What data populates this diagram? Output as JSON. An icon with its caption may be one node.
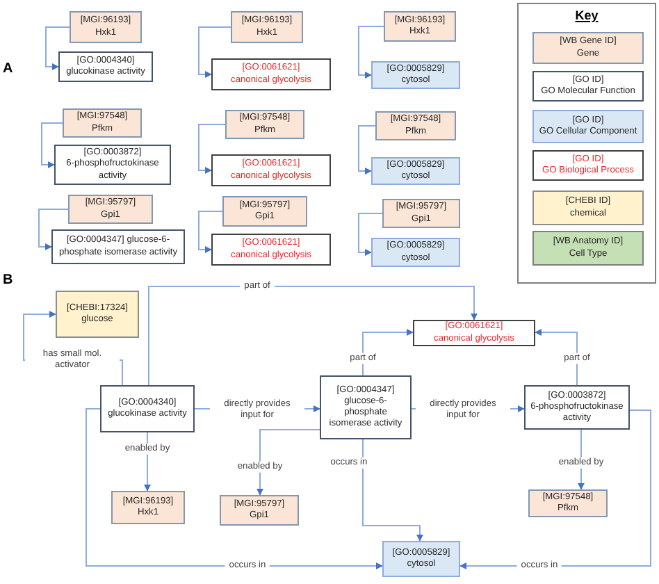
{
  "diagram": {
    "nodes": [
      {
        "text": [
          "[MGI:96193]",
          "Hxk1"
        ]
      },
      {
        "text": [
          "[GO:0004340]",
          "glucokinase activity"
        ]
      },
      {
        "text": [
          "[MGI:96193]",
          "Hxk1"
        ]
      },
      {
        "text": [
          "[GO:0061621]",
          "canonical glycolysis"
        ]
      },
      {
        "text": [
          "[MGI:96193]",
          "Hxk1"
        ]
      },
      {
        "text": [
          "[GO:0005829]",
          "cytosol"
        ]
      },
      {
        "text": [
          "[MGI:97548]",
          "Pfkm"
        ]
      },
      {
        "text": [
          "[GO:0003872]",
          "6-phosphofructokinase activity"
        ]
      },
      {
        "text": [
          "[MGI:97548]",
          "Pfkm"
        ]
      },
      {
        "text": [
          "[GO:0061621]",
          "canonical glycolysis"
        ]
      },
      {
        "text": [
          "[MGI:97548]",
          "Pfkm"
        ]
      },
      {
        "text": [
          "[GO:0005829]",
          "cytosol"
        ]
      },
      {
        "text": [
          "[MGI:95797]",
          "Gpi1"
        ]
      },
      {
        "text": [
          "[GO:0004347] glucose-6-phosphate isomerase activity"
        ]
      },
      {
        "text": [
          "[MGI:95797]",
          "Gpi1"
        ]
      },
      {
        "text": [
          "[GO:0061621]",
          "canonical glycolysis"
        ]
      },
      {
        "text": [
          "[MGI:95797]",
          "Gpi1"
        ]
      },
      {
        "text": [
          "[GO:0005829]",
          "cytosol"
        ]
      },
      {
        "text": [
          "Key"
        ]
      },
      {
        "text": [
          "[WB Gene ID]",
          "Gene"
        ],
        "in": 18
      },
      {
        "text": [
          "[GO ID]",
          "GO Molecular Function"
        ],
        "in": 18
      },
      {
        "text": [
          "[GO ID]",
          "GO Cellular Component"
        ],
        "in": 18
      },
      {
        "text": [
          "[GO ID]",
          "GO Biological Process"
        ],
        "in": 18
      },
      {
        "text": [
          "[CHEBI ID]",
          "chemical"
        ],
        "in": 18
      },
      {
        "text": [
          "[WB Anatomy ID]",
          "Cell Type"
        ],
        "in": 18
      },
      {
        "text": [
          "[CHEBI:17324]",
          "glucose"
        ]
      },
      {
        "text": [
          "[GO:0061621]",
          "canonical glycolysis"
        ]
      },
      {
        "text": [
          "[GO:0004340]",
          "glucokinase activity"
        ]
      },
      {
        "text": [
          "[GO:0004347]",
          "glucose-6-phosphate isomerase activity"
        ]
      },
      {
        "text": [
          "[GO:0003872]",
          "6-phosphofructokinase activity"
        ]
      },
      {
        "text": [
          "[MGI:96193]",
          "Hxk1"
        ]
      },
      {
        "text": [
          "[MGI:95797]",
          "Gpi1"
        ]
      },
      {
        "text": [
          "[MGI:97548]",
          "Pfkm"
        ]
      },
      {
        "text": [
          "[GO:0005829]",
          "cytosol"
        ]
      }
    ],
    "edges": [
      {
        "from": 0,
        "to": 1,
        "arrow": "to"
      },
      {
        "from": 2,
        "to": 3,
        "arrow": "to"
      },
      {
        "from": 4,
        "to": 5,
        "arrow": "to"
      },
      {
        "from": 6,
        "to": 7,
        "arrow": "to"
      },
      {
        "from": 8,
        "to": 9,
        "arrow": "to"
      },
      {
        "from": 10,
        "to": 11,
        "arrow": "to"
      },
      {
        "from": 12,
        "to": 13,
        "arrow": "to"
      },
      {
        "from": 14,
        "to": 15,
        "arrow": "to"
      },
      {
        "from": 16,
        "to": 17,
        "arrow": "to"
      },
      {
        "from": 27,
        "to": 26,
        "arrow": "to",
        "label": "part of"
      },
      {
        "from": 27,
        "to": 25,
        "arrow": "to",
        "label": "has small mol. activator"
      },
      {
        "from": 27,
        "to": 28,
        "arrow": "to",
        "label": "directly provides input for"
      },
      {
        "from": 28,
        "to": 26,
        "arrow": "to",
        "label": "part of"
      },
      {
        "from": 29,
        "to": 26,
        "arrow": "to",
        "label": "part of"
      },
      {
        "from": 28,
        "to": 29,
        "arrow": "to",
        "label": "directly provides input for"
      },
      {
        "from": 27,
        "to": 30,
        "arrow": "to",
        "label": "enabled by"
      },
      {
        "from": 28,
        "to": 31,
        "arrow": "to",
        "label": "enabled by"
      },
      {
        "from": 29,
        "to": 32,
        "arrow": "to",
        "label": "enabled by"
      },
      {
        "from": 27,
        "to": 33,
        "arrow": "to",
        "label": "occurs in"
      },
      {
        "from": 28,
        "to": 33,
        "arrow": "to",
        "label": "occurs in"
      },
      {
        "from": 29,
        "to": 33,
        "arrow": "to",
        "label": "occurs in"
      }
    ],
    "labels": [
      "A",
      "B"
    ]
  }
}
